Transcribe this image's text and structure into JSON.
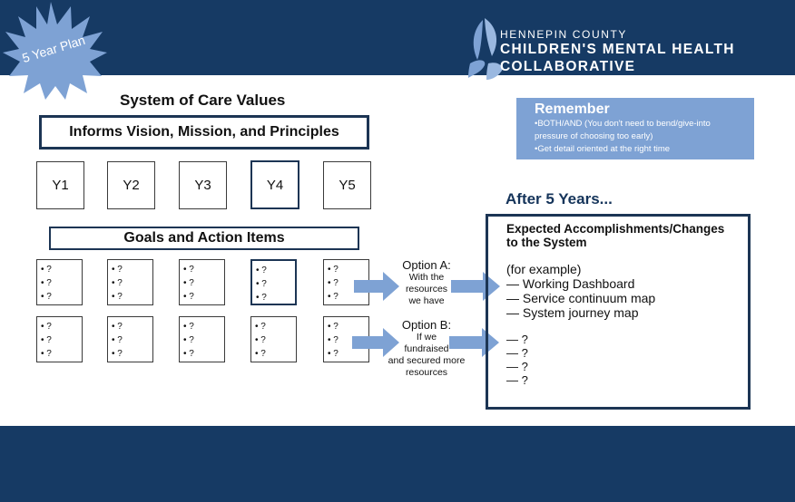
{
  "header": {
    "badge": "5 Year Plan",
    "org_line1": "HENNEPIN COUNTY",
    "org_line2": "CHILDREN'S MENTAL HEALTH",
    "org_line3": "COLLABORATIVE",
    "bar_color": "#163a64",
    "star_color": "#7ea2d4"
  },
  "values_title": "System of Care Values",
  "informs": "Informs Vision, Mission, and Principles",
  "years": [
    "Y1",
    "Y2",
    "Y3",
    "Y4",
    "Y5"
  ],
  "goals_title": "Goals and Action Items",
  "goal_bullets": [
    "• ?",
    "• ?",
    "• ?"
  ],
  "option_a": {
    "title": "Option A:",
    "lines": [
      "With the",
      "resources",
      "we have"
    ]
  },
  "option_b": {
    "title": "Option B:",
    "lines": [
      "If we",
      "fundraised",
      "and secured more",
      "resources"
    ]
  },
  "remember": {
    "title": "Remember",
    "line1": "•BOTH/AND (You don't need to bend/give-into",
    "line2": "pressure of choosing too early)",
    "line3": "•Get detail oriented at the right time"
  },
  "after_title": "After 5 Years...",
  "expected": {
    "line1": "Expected Accomplishments/Changes",
    "line2": "to the System",
    "example": "(for example)",
    "items": [
      "— Working Dashboard",
      "— Service continuum map",
      "— System journey map"
    ],
    "placeholders": [
      "— ?",
      "— ?",
      "— ?",
      "— ?"
    ]
  },
  "arrow_color": "#7ea2d4"
}
